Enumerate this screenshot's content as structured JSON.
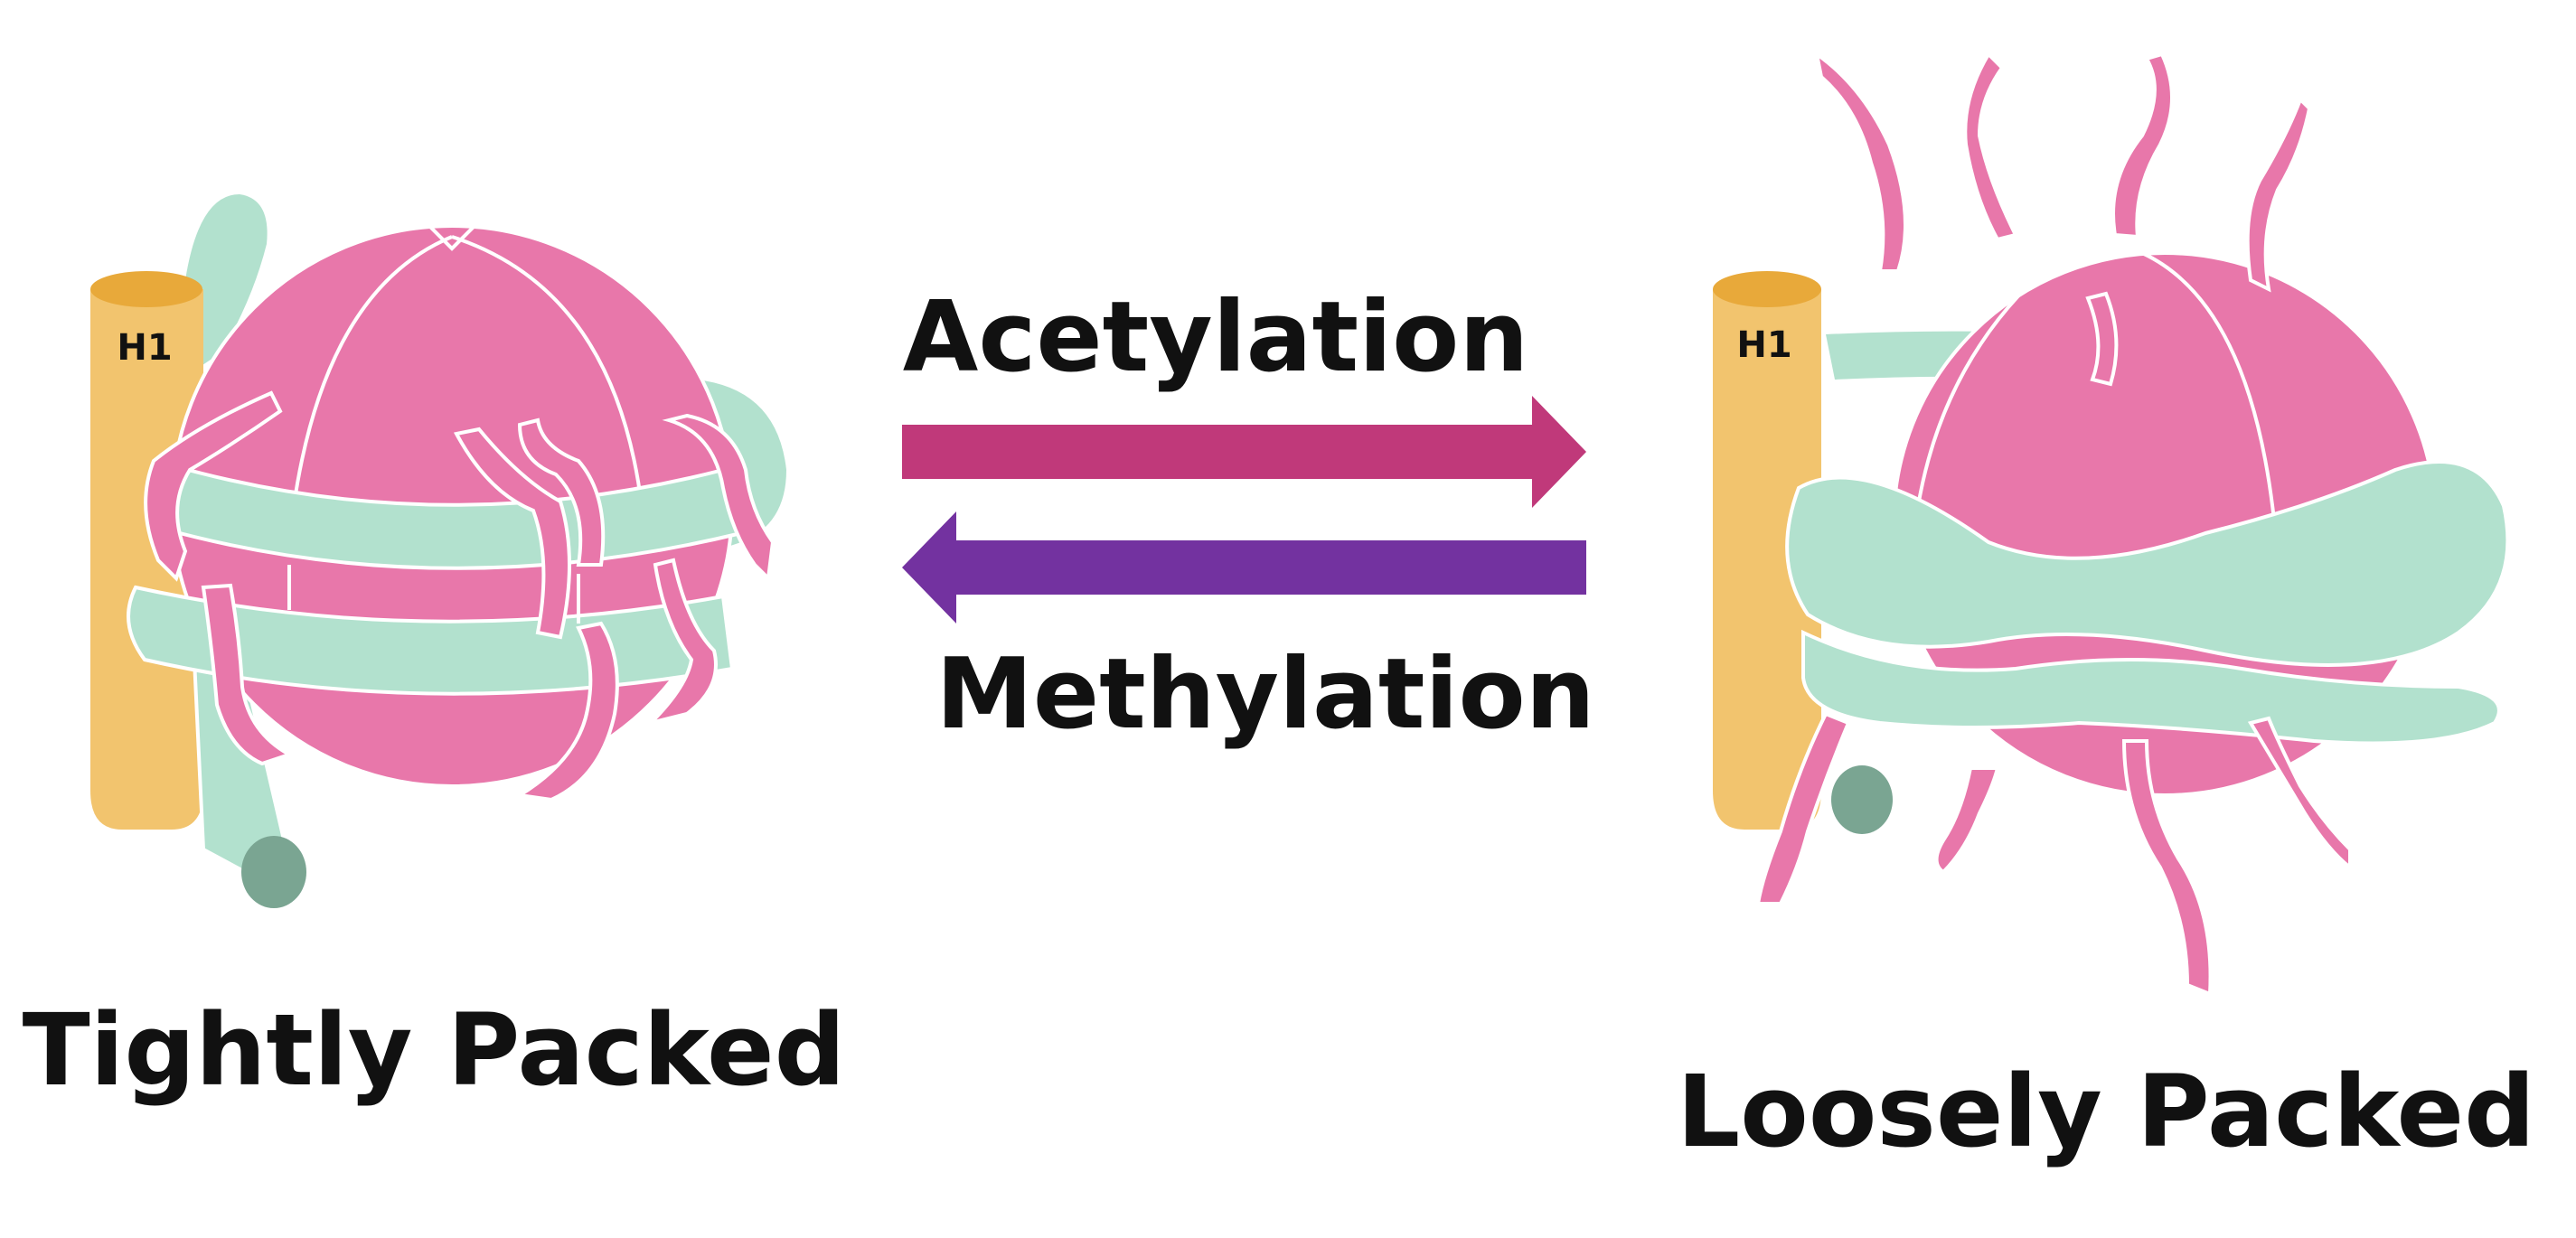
{
  "diagram": {
    "left_state": {
      "label": "Tightly Packed",
      "linker_histone": "H1"
    },
    "right_state": {
      "label": "Loosely Packed",
      "linker_histone": "H1"
    },
    "forward_process": {
      "label": "Acetylation",
      "direction": "left-to-right"
    },
    "reverse_process": {
      "label": "Methylation",
      "direction": "right-to-left"
    }
  },
  "colors": {
    "histone_pink": "#E877AA",
    "dna_mint": "#B2E1CE",
    "h1_body": "#F2C46E",
    "h1_top": "#E8A93A",
    "dna_end": "#7AA592",
    "acetylation_arrow": "#C0397A",
    "methylation_arrow": "#7332A0",
    "text": "#111111",
    "outline": "#FFFFFF"
  }
}
